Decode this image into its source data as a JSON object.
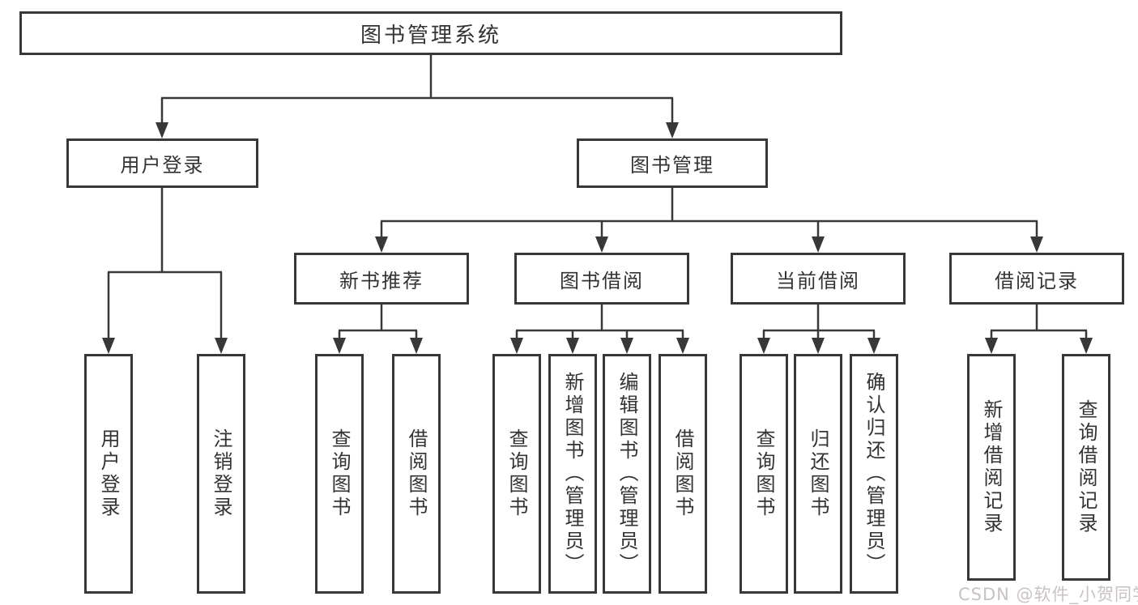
{
  "diagram": {
    "root": {
      "label": "图书管理系统"
    },
    "level2": [
      {
        "label": "用户登录"
      },
      {
        "label": "图书管理"
      }
    ],
    "level3": [
      {
        "label": "新书推荐"
      },
      {
        "label": "图书借阅"
      },
      {
        "label": "当前借阅"
      },
      {
        "label": "借阅记录"
      }
    ],
    "leaves": [
      {
        "label": "用户登录"
      },
      {
        "label": "注销登录"
      },
      {
        "label": "查询图书"
      },
      {
        "label": "借阅图书"
      },
      {
        "label": "查询图书"
      },
      {
        "label": "新增图书（管理员）"
      },
      {
        "label": "编辑图书（管理员）"
      },
      {
        "label": "借阅图书"
      },
      {
        "label": "查询图书"
      },
      {
        "label": "归还图书"
      },
      {
        "label": "确认归还（管理员）"
      },
      {
        "label": "新增借阅记录"
      },
      {
        "label": "查询借阅记录"
      }
    ],
    "watermark": "CSDN @软件_小贺同学",
    "colors": {
      "line": "#383838",
      "box_border": "#383838",
      "box_fill": "#ffffff",
      "text": "#333333",
      "watermark": "#c9c2c2"
    }
  }
}
